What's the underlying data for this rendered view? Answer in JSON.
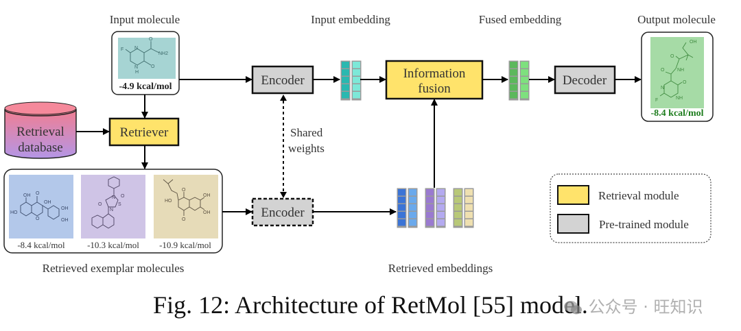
{
  "figure": {
    "caption": "Fig. 12: Architecture of RetMol [55] model.",
    "watermark": "公众号 · 旺知识"
  },
  "labels": {
    "input_molecule": "Input molecule",
    "input_embedding": "Input embedding",
    "fused_embedding": "Fused embedding",
    "output_molecule": "Output molecule",
    "retrieved_exemplars": "Retrieved exemplar molecules",
    "retrieved_embeddings": "Retrieved embeddings",
    "shared_weights_1": "Shared",
    "shared_weights_2": "weights"
  },
  "nodes": {
    "database_1": "Retrieval",
    "database_2": "database",
    "retriever": "Retriever",
    "encoder_top": "Encoder",
    "encoder_bottom": "Encoder",
    "fusion_1": "Information",
    "fusion_2": "fusion",
    "decoder": "Decoder"
  },
  "molecules": {
    "input": {
      "energy": "-4.9 kcal/mol",
      "bg": "#a6d4d3",
      "atoms": [
        "F",
        "N",
        "NH2",
        "O",
        "N",
        "H",
        "O"
      ]
    },
    "output": {
      "energy": "-8.4 kcal/mol",
      "energy_color": "#1e7d1e",
      "bg": "#a6dba6",
      "atoms": [
        "OH",
        "O",
        "NH",
        "O",
        "N",
        "O",
        "NH",
        "F"
      ]
    },
    "exemplars": [
      {
        "energy": "-8.4 kcal/mol",
        "bg": "#b3c8ea",
        "atoms": [
          "OH",
          "O",
          "OH",
          "HO",
          "O",
          "OH",
          "OH"
        ]
      },
      {
        "energy": "-10.3 kcal/mol",
        "bg": "#cfc4e6",
        "atoms": [
          "N",
          "O",
          "S",
          "O",
          "N"
        ]
      },
      {
        "energy": "-10.9 kcal/mol",
        "bg": "#e6dbb8",
        "atoms": [
          "O",
          "OH",
          "HO",
          "O",
          "OH"
        ]
      }
    ]
  },
  "embeddings": {
    "input": [
      "#2ab8b0",
      "#7de8d8"
    ],
    "fused": [
      "#5cb85c",
      "#7ee07e"
    ],
    "retrieved": [
      [
        "#3b74d6",
        "#6aa9ec"
      ],
      [
        "#9a7ad0",
        "#b4aaf0"
      ],
      [
        "#b8c878",
        "#efe0b0"
      ]
    ]
  },
  "legend": {
    "items": [
      {
        "label": "Retrieval module",
        "color": "#ffe36b"
      },
      {
        "label": "Pre-trained module",
        "color": "#d3d3d3"
      }
    ]
  },
  "colors": {
    "retrieval_module": "#ffe36b",
    "pretrained_module": "#d3d3d3",
    "database_top": "#f07e92",
    "database_bottom": "#b496e6"
  }
}
